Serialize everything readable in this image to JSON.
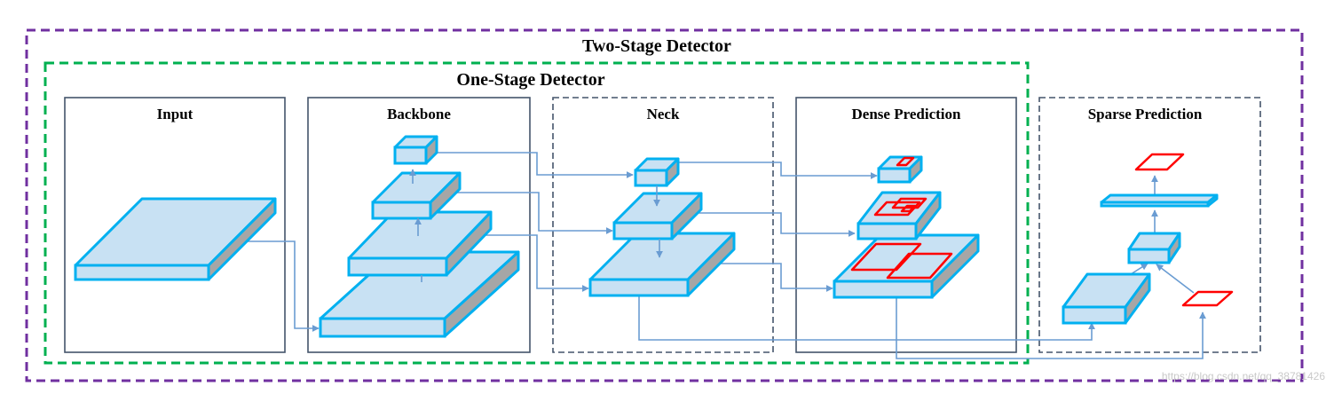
{
  "titles": {
    "two_stage": "Two-Stage Detector",
    "one_stage": "One-Stage Detector"
  },
  "panels": {
    "input": "Input",
    "backbone": "Backbone",
    "neck": "Neck",
    "dense": "Dense Prediction",
    "sparse": "Sparse Prediction"
  },
  "watermark": "https://blog.csdn.net/qq_38781426",
  "colors": {
    "two_stage_border": "#7030a0",
    "one_stage_border": "#00b050",
    "panel_border": "#44546a",
    "block_fill": "#c8e1f3",
    "block_outline": "#00b0f0",
    "block_side": "#a6a6a6",
    "connector": "#6a9cd2",
    "prediction_box": "#ff0000"
  }
}
